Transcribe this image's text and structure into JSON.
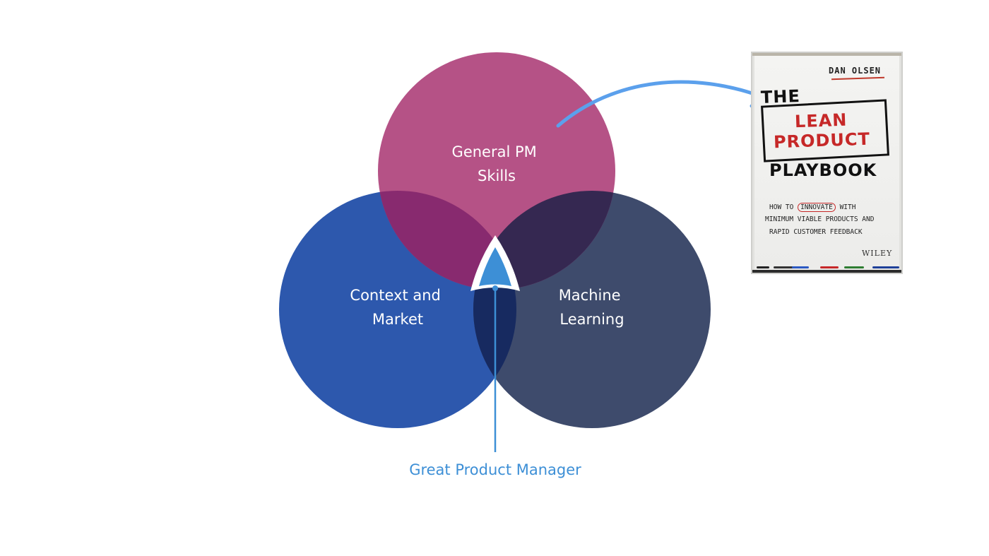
{
  "diagram": {
    "circles": [
      {
        "id": "general",
        "label_lines": [
          "General PM",
          "Skills"
        ],
        "color": "#b55286"
      },
      {
        "id": "context",
        "label_lines": [
          "Context and",
          "Market"
        ],
        "color": "#2d58ad"
      },
      {
        "id": "ml",
        "label_lines": [
          "Machine",
          "Learning"
        ],
        "color": "#3e4b6c"
      }
    ],
    "overlap_colors": {
      "general_context": "#882a6f",
      "general_ml": "#352851",
      "context_ml": "#172a60",
      "center": "#3d8fd6"
    },
    "result_label": "Great Product Manager",
    "result_color": "#3d8fd6",
    "arrow_color": "#5ba0ec"
  },
  "book": {
    "author": "DAN OLSEN",
    "title_the": "THE",
    "title_lean": "LEAN",
    "title_product": "PRODUCT",
    "title_playbook": "PLAYBOOK",
    "subtitle_pre": "HOW TO",
    "subtitle_word": "INNOVATE",
    "subtitle_post": "WITH",
    "subtitle_line2": "MINIMUM VIABLE PRODUCTS AND",
    "subtitle_line3": "RAPID CUSTOMER FEEDBACK",
    "publisher": "WILEY"
  }
}
